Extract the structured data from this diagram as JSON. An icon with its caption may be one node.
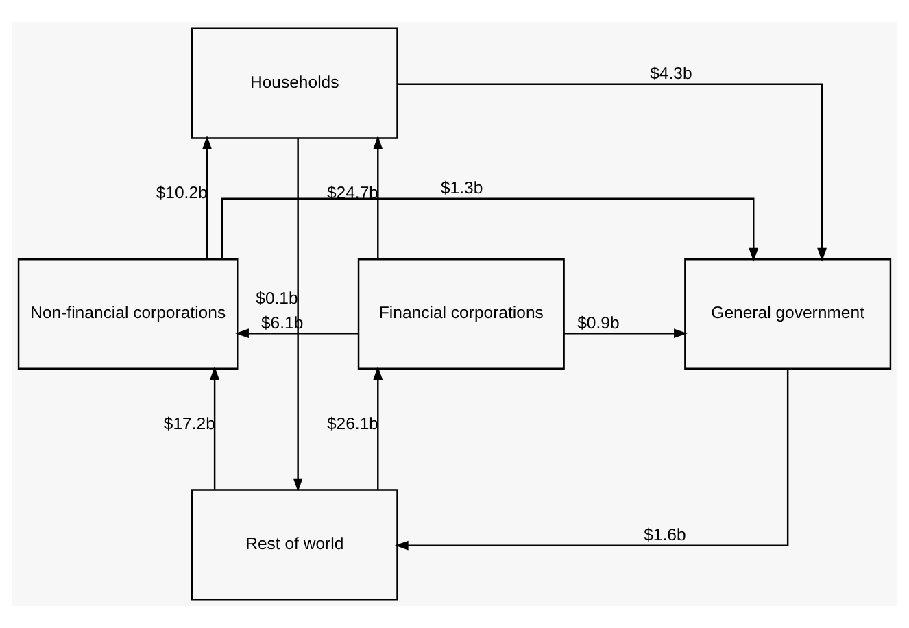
{
  "diagram": {
    "nodes": [
      {
        "text": [
          "Households"
        ]
      },
      {
        "text": [
          "Non-financial corporations"
        ]
      },
      {
        "text": [
          "Financial corporations"
        ]
      },
      {
        "text": [
          "General government"
        ]
      },
      {
        "text": [
          "Rest of world"
        ]
      }
    ],
    "edges": [
      {
        "from": 1,
        "to": 0,
        "arrow": "to",
        "label": "$10.2b"
      },
      {
        "from": 0,
        "to": 3,
        "arrow": "to",
        "label": "$4.3b"
      },
      {
        "from": 2,
        "to": 0,
        "arrow": "to",
        "label": "$24.7b"
      },
      {
        "from": 2,
        "to": 1,
        "arrow": "to",
        "label": "$6.1b"
      },
      {
        "from": 2,
        "to": 3,
        "arrow": "to",
        "label": "$0.9b"
      },
      {
        "from": 0,
        "to": 4,
        "arrow": "to",
        "label": "$0.1b"
      },
      {
        "from": 4,
        "to": 2,
        "arrow": "to",
        "label": "$26.1b"
      },
      {
        "from": 4,
        "to": 1,
        "arrow": "to",
        "label": "$17.2b"
      },
      {
        "from": 3,
        "to": 4,
        "arrow": "to",
        "label": "$1.6b"
      },
      {
        "from": 1,
        "to": 3,
        "arrow": "to",
        "label": "$1.3b"
      }
    ]
  }
}
